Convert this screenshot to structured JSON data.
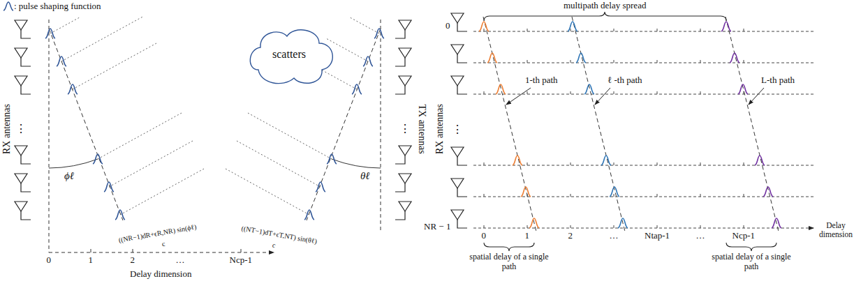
{
  "diagram": {
    "nodes": [
      {
        "text": [
          "scatters"
        ]
      }
    ],
    "labels": [
      "0",
      "1",
      "2",
      "…",
      "Ncp-1",
      "Delay dimension",
      "RX antennas",
      "⋮",
      "ϕℓ",
      "((NR−1)dR+ϵR,NR) sin(ϕℓ)",
      "c",
      "TX antennas",
      "⋮",
      "θℓ",
      "((NT−1)dT+ϵT,NT) sin(θℓ)",
      "c",
      "multipath delay spread",
      "0",
      "NR − 1",
      "RX antennas",
      "⋮",
      "1-th path",
      "ℓ -th path",
      "L-th path",
      "0",
      "1",
      "2",
      "…",
      "Ntap-1",
      "…",
      "Ncp-1",
      "Delay dimension",
      "spatial delay of a single path",
      "spatial delay of a single path"
    ],
    "legend": [
      {
        "text": ": pulse shaping function"
      }
    ]
  }
}
